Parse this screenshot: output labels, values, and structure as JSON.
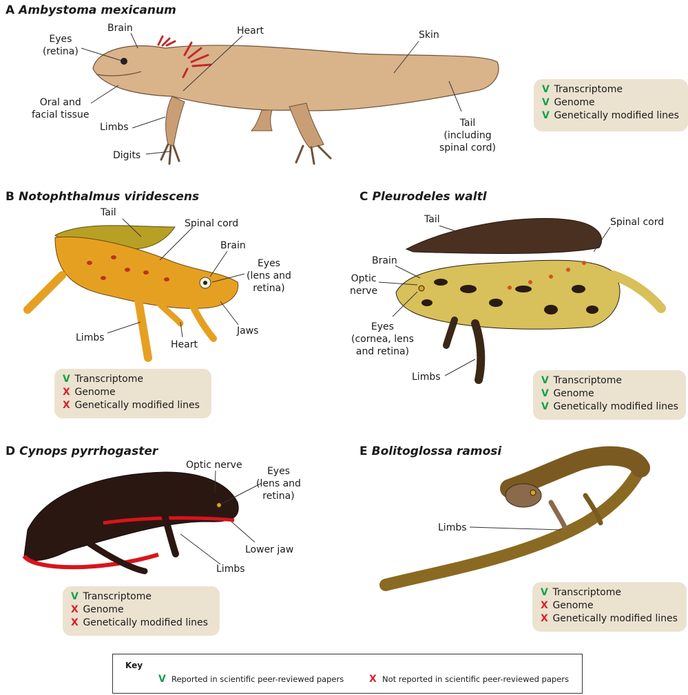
{
  "panels": [
    {
      "letter": "A",
      "species": "Ambystoma mexicanum",
      "labels": {
        "eyes": "Eyes\n(retina)",
        "brain": "Brain",
        "heart": "Heart",
        "skin": "Skin",
        "oral": "Oral and\nfacial tissue",
        "limbs": "Limbs",
        "digits": "Digits",
        "tail": "Tail\n(including\nspinal cord)"
      },
      "resources": [
        {
          "mark": "V",
          "status": "yes",
          "label": "Transcriptome"
        },
        {
          "mark": "V",
          "status": "yes",
          "label": "Genome"
        },
        {
          "mark": "V",
          "status": "yes",
          "label": "Genetically modified lines"
        }
      ]
    },
    {
      "letter": "B",
      "species": "Notophthalmus viridescens",
      "labels": {
        "tail": "Tail",
        "spinal": "Spinal cord",
        "brain": "Brain",
        "eyes": "Eyes\n(lens and\nretina)",
        "limbs": "Limbs",
        "heart": "Heart",
        "jaws": "Jaws"
      },
      "resources": [
        {
          "mark": "V",
          "status": "yes",
          "label": "Transcriptome"
        },
        {
          "mark": "X",
          "status": "no",
          "label": "Genome"
        },
        {
          "mark": "X",
          "status": "no",
          "label": "Genetically modified lines"
        }
      ]
    },
    {
      "letter": "C",
      "species": "Pleurodeles waltl",
      "labels": {
        "tail": "Tail",
        "spinal": "Spinal cord",
        "brain": "Brain",
        "optic": "Optic\nnerve",
        "eyes": "Eyes\n(cornea, lens\nand retina)",
        "limbs": "Limbs"
      },
      "resources": [
        {
          "mark": "V",
          "status": "yes",
          "label": "Transcriptome"
        },
        {
          "mark": "V",
          "status": "yes",
          "label": "Genome"
        },
        {
          "mark": "V",
          "status": "yes",
          "label": "Genetically modified lines"
        }
      ]
    },
    {
      "letter": "D",
      "species": "Cynops pyrrhogaster",
      "labels": {
        "optic": "Optic nerve",
        "eyes": "Eyes\n(lens and\nretina)",
        "jaw": "Lower jaw",
        "limbs": "Limbs"
      },
      "resources": [
        {
          "mark": "V",
          "status": "yes",
          "label": "Transcriptome"
        },
        {
          "mark": "X",
          "status": "no",
          "label": "Genome"
        },
        {
          "mark": "X",
          "status": "no",
          "label": "Genetically modified lines"
        }
      ]
    },
    {
      "letter": "E",
      "species": "Bolitoglossa ramosi",
      "labels": {
        "limbs": "Limbs"
      },
      "resources": [
        {
          "mark": "V",
          "status": "yes",
          "label": "Transcriptome"
        },
        {
          "mark": "X",
          "status": "no",
          "label": "Genome"
        },
        {
          "mark": "X",
          "status": "no",
          "label": "Genetically modified lines"
        }
      ]
    }
  ],
  "key": {
    "title": "Key",
    "items": [
      {
        "mark": "V",
        "status": "yes",
        "text": "Reported in scientific peer-reviewed papers"
      },
      {
        "mark": "X",
        "status": "no",
        "text": "Not reported in scientific peer-reviewed papers"
      }
    ]
  },
  "colors": {
    "yes": "#15a04a",
    "no": "#d8212b",
    "box": "#ece2d0",
    "axolotl": "#d9b38a",
    "newt": "#e6a021",
    "pleurodeles": "#3b2716",
    "cynops": "#2b1712",
    "cynopsBelly": "#d9141c",
    "bolitoglossa": "#8a6a22"
  }
}
